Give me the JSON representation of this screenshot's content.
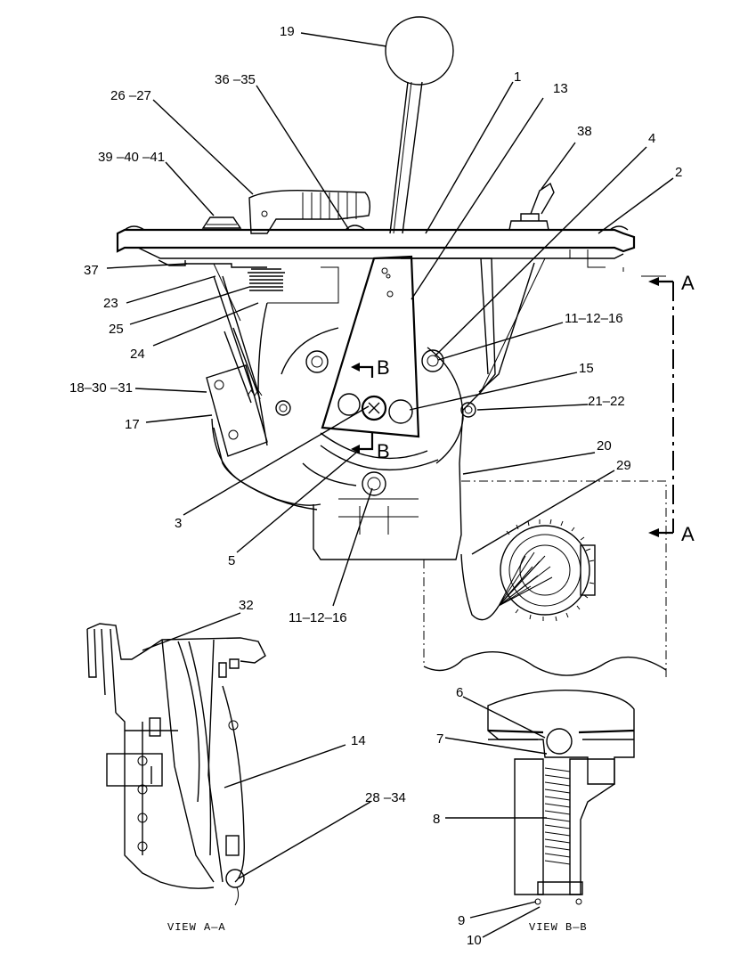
{
  "callouts": {
    "c19": "19",
    "c36_35": "36 –35",
    "c26_27": "26 –27",
    "c39_40_41": "39 –40 –41",
    "c1": "1",
    "c13": "13",
    "c38": "38",
    "c4": "4",
    "c2": "2",
    "c37": "37",
    "c23": "23",
    "c25": "25",
    "c24": "24",
    "c11_12_16_top": "11–12–16",
    "c15": "15",
    "c18_30_31": "18–30 –31",
    "c17": "17",
    "c21_22": "21–22",
    "c20": "20",
    "c29": "29",
    "c3": "3",
    "c5": "5",
    "c11_12_16_bot": "11–12–16",
    "c32": "32",
    "c14": "14",
    "c28_34": "28 –34",
    "c6": "6",
    "c7": "7",
    "c8": "8",
    "c9": "9",
    "c10": "10"
  },
  "section_marks": {
    "a_top": "A",
    "a_bottom": "A",
    "b_top": "B",
    "b_bottom": "B"
  },
  "view_titles": {
    "view_aa": "VIEW  A—A",
    "view_bb": "VIEW  B—B"
  }
}
